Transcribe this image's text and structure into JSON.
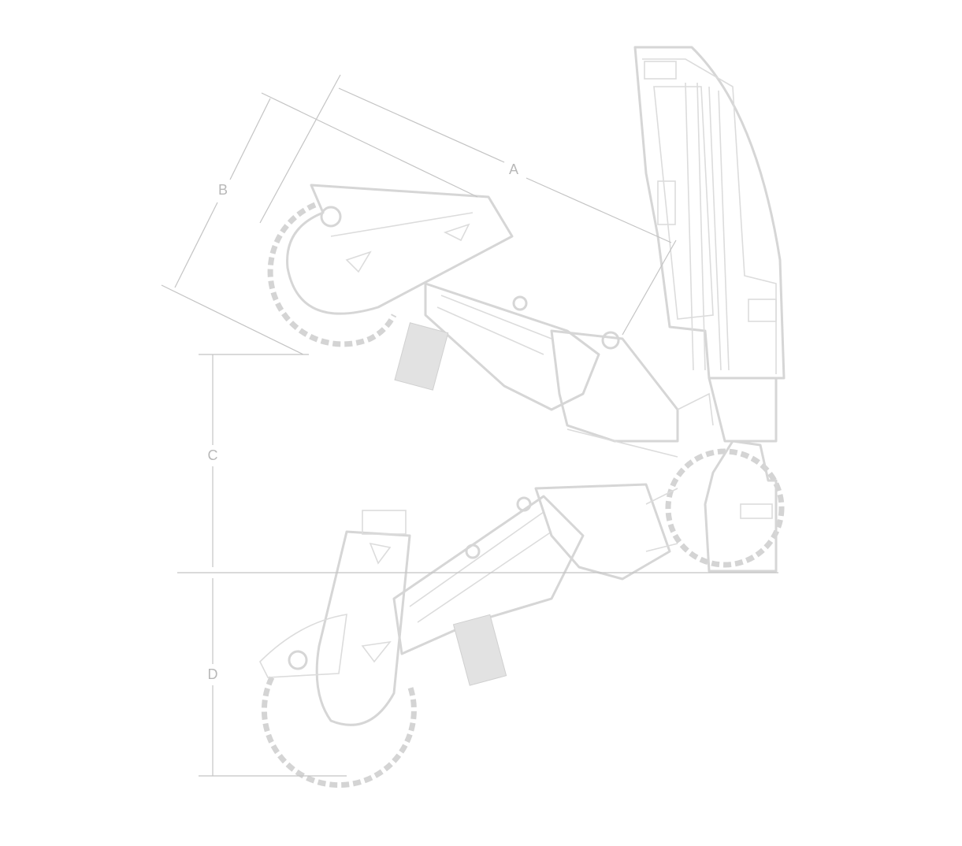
{
  "diagram": {
    "dimension_labels": {
      "a": "A",
      "b": "B",
      "c": "C",
      "d": "D"
    },
    "line_color": "#d6d6d6",
    "label_color": "#b8b8b8"
  }
}
